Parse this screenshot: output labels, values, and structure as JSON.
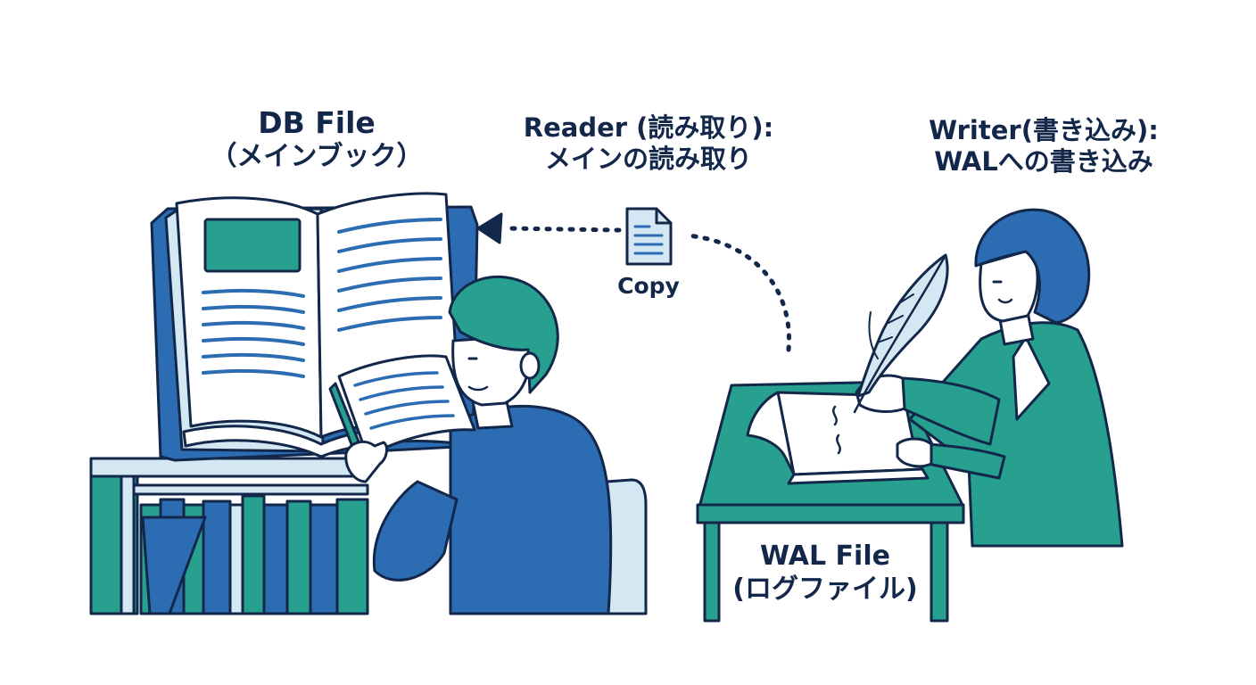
{
  "labels": {
    "db_file": {
      "line1": "DB File",
      "line2": "（メインブック）"
    },
    "reader": {
      "line1": "Reader (読み取り):",
      "line2": "メインの読み取り"
    },
    "writer": {
      "line1": "Writer(書き込み):",
      "line2": "WALへの書き込み"
    },
    "copy": "Copy",
    "wal_file": {
      "line1": "WAL File",
      "line2": "(ログファイル)"
    }
  },
  "colors": {
    "ink": "#13274a",
    "teal": "#27a08f",
    "blue": "#2b6cb3",
    "light_blue": "#d3e8f2",
    "skin": "#ffffff"
  },
  "icons": [
    "open-book-icon",
    "document-copy-icon",
    "quill-pen-icon",
    "arrow-head-icon"
  ]
}
